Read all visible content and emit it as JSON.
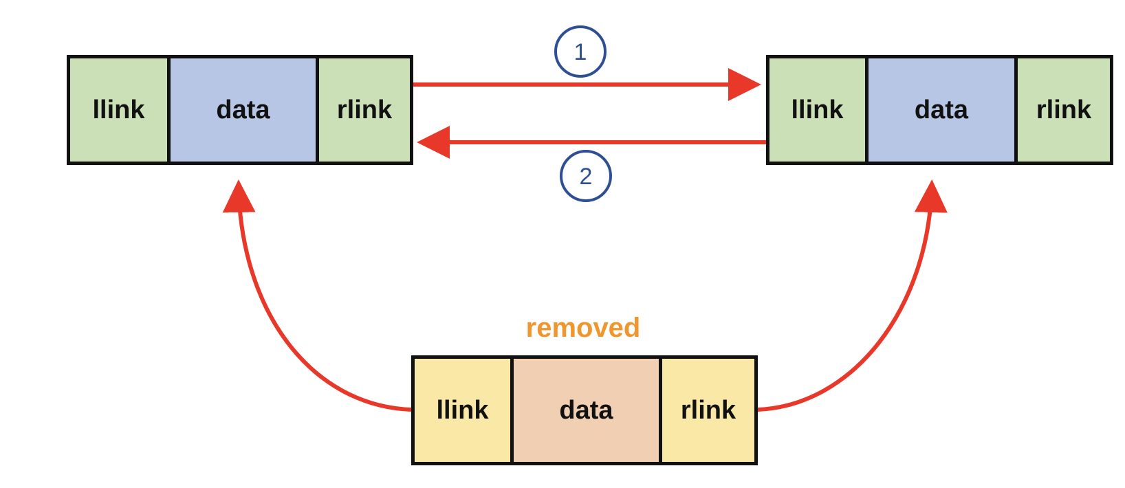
{
  "colors": {
    "link_cell": "#cce0b8",
    "data_cell": "#b7c6e4",
    "removed_link_cell": "#fae8a6",
    "removed_data_cell": "#f1cfb3",
    "arrow": "#e8382a",
    "step_circle": "#2e4f94",
    "removed_label": "#f0962e"
  },
  "nodes": {
    "left": {
      "llink": "llink",
      "data": "data",
      "rlink": "rlink"
    },
    "right": {
      "llink": "llink",
      "data": "data",
      "rlink": "rlink"
    },
    "removed": {
      "llink": "llink",
      "data": "data",
      "rlink": "rlink"
    }
  },
  "removed_label": "removed",
  "steps": [
    {
      "label": "1"
    },
    {
      "label": "2"
    }
  ]
}
